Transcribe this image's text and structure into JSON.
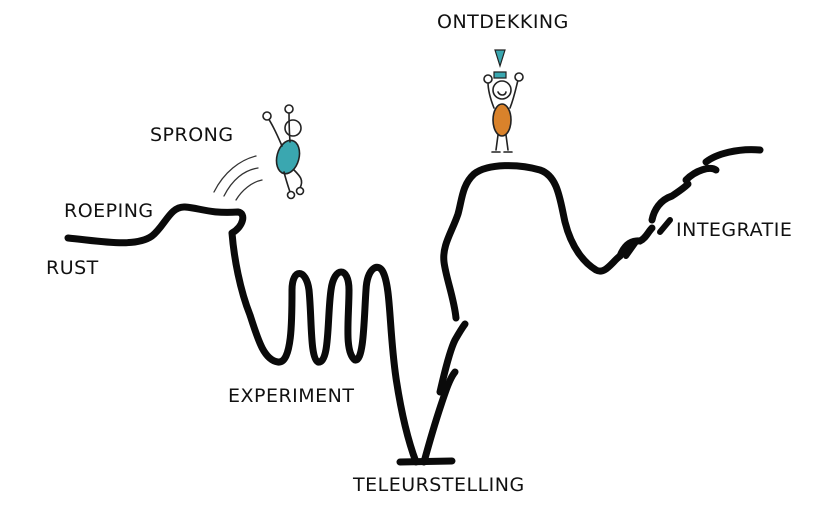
{
  "labels": {
    "rust": "RUST",
    "roeping": "ROEPING",
    "sprong": "SPRONG",
    "experiment": "EXPERIMENT",
    "teleurstelling": "TELEURSTELLING",
    "ontdekking": "ONTDEKKING",
    "integratie": "INTEGRATIE"
  },
  "colors": {
    "line": "#0a0a0a",
    "jumper_body": "#3aa7b0",
    "discovery_body": "#d9822b",
    "gem": "#3aa7b0"
  },
  "figures": {
    "jumper": "jumping-stick-figure-icon",
    "discoverer": "cheering-stick-figure-icon",
    "gem": "diamond-icon"
  }
}
